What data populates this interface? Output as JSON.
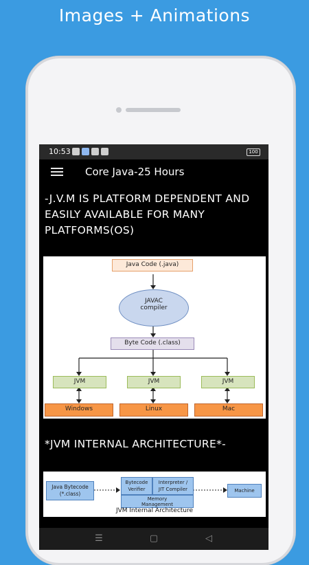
{
  "promo": {
    "title": "Images + Animations"
  },
  "status_bar": {
    "time": "10:53",
    "battery": "100"
  },
  "app_bar": {
    "title": "Core Java-25 Hours"
  },
  "content": {
    "heading1": "-J.V.M IS PLATFORM DEPENDENT AND EASILY AVAILABLE FOR MANY PLATFORMS(OS)",
    "diagram1": {
      "java_code": "Java Code (.java)",
      "javac_line1": "JAVAC",
      "javac_line2": "compiler",
      "byte_code": "Byte Code (.class)",
      "jvm": [
        "JVM",
        "JVM",
        "JVM"
      ],
      "platforms": [
        "Windows",
        "Linux",
        "Mac"
      ]
    },
    "heading2": "*JVM INTERNAL ARCHITECTURE*-",
    "diagram2": {
      "bytecode_line1": "Java Bytecode",
      "bytecode_line2": "(*.class)",
      "verifier_line1": "Bytecode",
      "verifier_line2": "Verifier",
      "interp_line1": "Interpreter /",
      "interp_line2": "JIT Compiler",
      "memory_line1": "Memory",
      "memory_line2": "Management",
      "machine": "Machine",
      "caption": "JVM Internal Architecture"
    }
  },
  "nav_bar": {
    "menu_glyph": "☰",
    "home_glyph": "▢",
    "back_glyph": "◁"
  },
  "colors": {
    "background": "#3b9be1",
    "screen": "#000000",
    "orange_box": "#f79646",
    "green_box": "#d7e4bd",
    "purple_box": "#e4dfec",
    "blue_box": "#9ec5ee"
  }
}
